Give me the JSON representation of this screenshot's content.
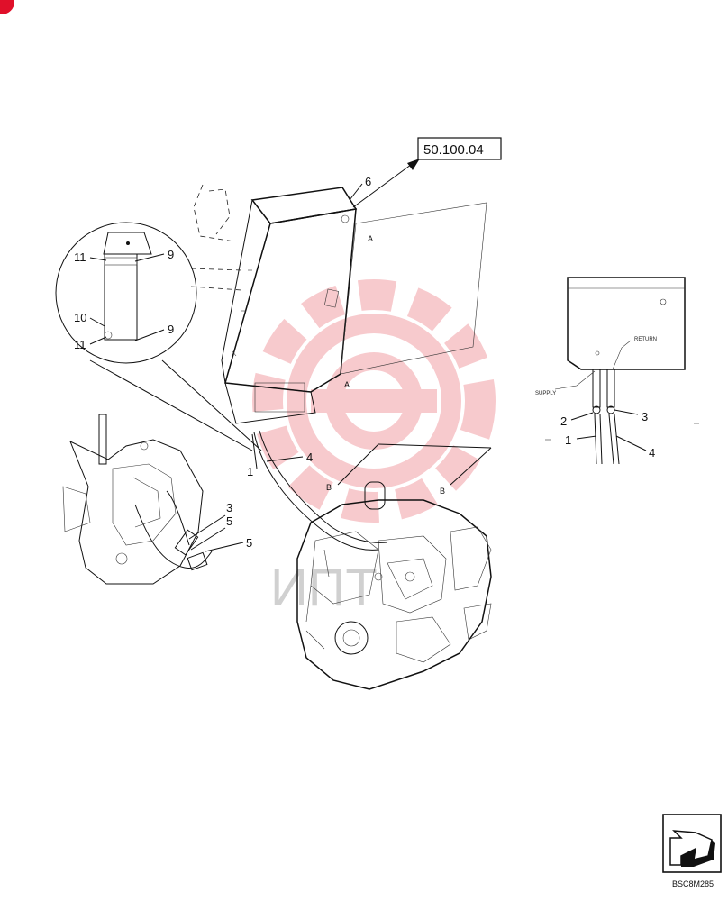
{
  "reference_box": "50.100.04",
  "part_labels": {
    "l6": "6",
    "l4_top": "4",
    "l1_left": "1",
    "l3_left": "3",
    "l5_left_a": "5",
    "l5_left_b": "5",
    "l11_top": "11",
    "l9_top": "9",
    "l10": "10",
    "l11_bot": "11",
    "l9_bot": "9",
    "l2_right": "2",
    "l3_right": "3",
    "l1_right": "1",
    "l4_right": "4"
  },
  "section_markers": {
    "a_top": "A",
    "a_bottom": "A",
    "b_left": "B",
    "b_right": "B"
  },
  "port_labels": {
    "supply": "SUPPLY",
    "return": "RETURN"
  },
  "watermark_text": "ИПТ",
  "figure_code": "BSC8M285",
  "colors": {
    "line": "#111111",
    "watermark_red": "#f2a0a6",
    "watermark_gray": "#d0d0d0",
    "corner_red": "#e0102a"
  }
}
